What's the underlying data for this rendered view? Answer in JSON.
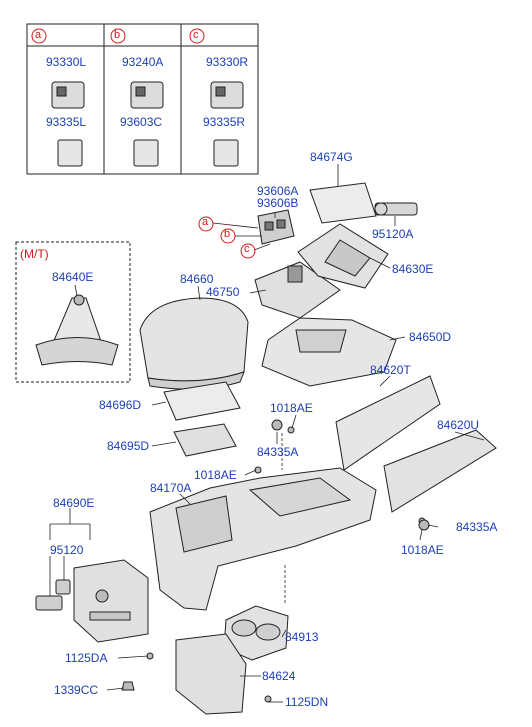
{
  "legend": {
    "groups": [
      {
        "letter": "a",
        "top_part": "93330L",
        "bottom_part": "93335L"
      },
      {
        "letter": "b",
        "top_part": "93240A",
        "bottom_part": "93603C"
      },
      {
        "letter": "c",
        "top_part": "93330R",
        "bottom_part": "93335R"
      }
    ]
  },
  "variant": {
    "label": "(M/T)",
    "part": "84640E"
  },
  "parts": {
    "p84674G": "84674G",
    "p93606A": "93606A",
    "p93606B": "93606B",
    "p95120A": "95120A",
    "p84630E": "84630E",
    "p84660": "84660",
    "p46750": "46750",
    "p84650D": "84650D",
    "p84620T": "84620T",
    "p84696D": "84696D",
    "p1018AE_a": "1018AE",
    "p84335A_a": "84335A",
    "p84695D": "84695D",
    "p84620U": "84620U",
    "p1018AE_b": "1018AE",
    "p84170A": "84170A",
    "p84690E": "84690E",
    "p84335A_b": "84335A",
    "p1018AE_c": "1018AE",
    "p95120": "95120",
    "p84913": "84913",
    "p1125DA": "1125DA",
    "p84624": "84624",
    "p1339CC": "1339CC",
    "p1125DN": "1125DN"
  },
  "callouts": {
    "a": "a",
    "b": "b",
    "c": "c"
  },
  "colors": {
    "label": "#1c3fb8",
    "callout": "#d01818",
    "line": "#222222"
  }
}
